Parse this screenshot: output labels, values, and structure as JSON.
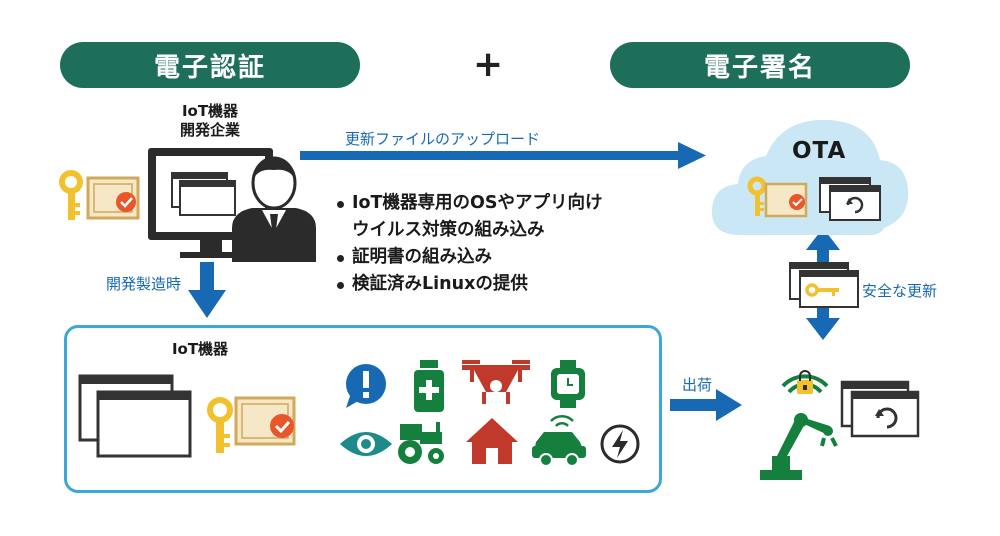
{
  "header": {
    "left_pill": "電子認証",
    "plus": "+",
    "right_pill": "電子署名"
  },
  "developer": {
    "title_line1": "IoT機器",
    "title_line2": "開発企業"
  },
  "arrows": {
    "upload": "更新ファイルのアップロード",
    "manufacturing": "開発製造時",
    "shipping": "出荷",
    "secure_update": "安全な更新"
  },
  "bullets": {
    "item1_line1": "IoT機器専用のOSやアプリ向け",
    "item1_line2": "ウイルス対策の組み込み",
    "item2": "証明書の組み込み",
    "item3": "検証済みLinuxの提供"
  },
  "cloud": {
    "title": "OTA"
  },
  "device_box": {
    "title": "IoT機器"
  },
  "colors": {
    "pill_green": "#1e6e5c",
    "arrow_blue": "#1869b4",
    "box_border": "#3ba8d9",
    "cloud_fill": "#c9e7f4",
    "key_gold": "#f3c12e",
    "robot_green": "#15803d",
    "device_red": "#c0392b",
    "badge_orange": "#e8562a"
  }
}
